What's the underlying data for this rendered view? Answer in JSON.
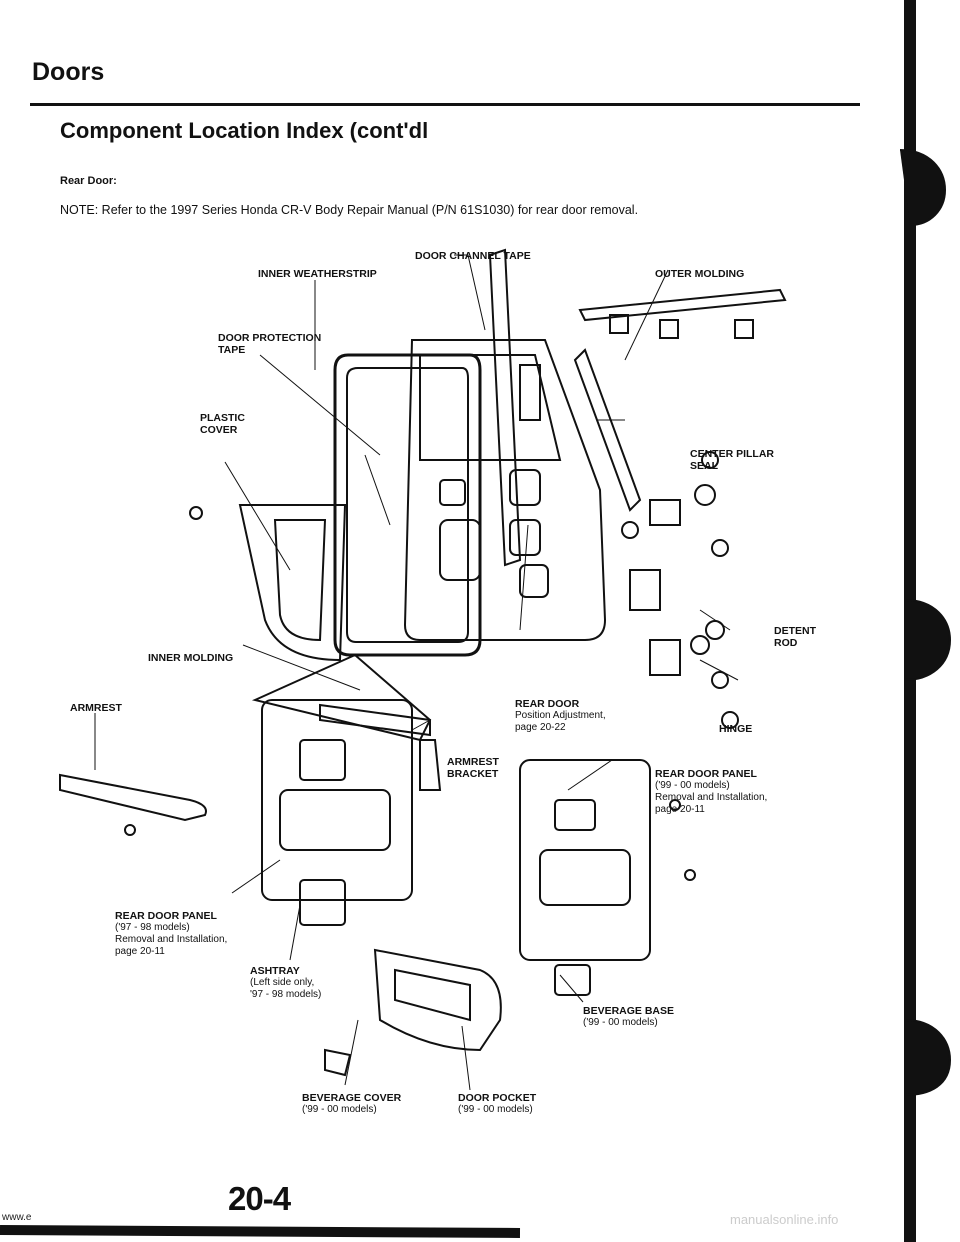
{
  "header": {
    "title": "Doors"
  },
  "section": {
    "title": "Component Location Index (cont'dl",
    "subsection": "Rear Door:"
  },
  "note": "NOTE: Refer to the 1997 Series Honda CR-V Body Repair Manual (P/N 61S1030) for rear door removal.",
  "labels": {
    "door_channel_tape": "DOOR CHANNEL TAPE",
    "inner_weatherstrip": "INNER WEATHERSTRIP",
    "outer_molding": "OUTER MOLDING",
    "door_protection_tape_1": "DOOR PROTECTION",
    "door_protection_tape_2": "TAPE",
    "plastic_cover_1": "PLASTIC",
    "plastic_cover_2": "COVER",
    "center_pillar_seal_1": "CENTER PILLAR",
    "center_pillar_seal_2": "SEAL",
    "detent_rod_1": "DETENT",
    "detent_rod_2": "ROD",
    "inner_molding": "INNER MOLDING",
    "rear_door": "REAR DOOR",
    "rear_door_cap_1": "Position Adjustment,",
    "rear_door_cap_2": "page 20-22",
    "hinge": "HINGE",
    "armrest": "ARMREST",
    "armrest_bracket_1": "ARMREST",
    "armrest_bracket_2": "BRACKET",
    "rear_panel_99": "REAR DOOR PANEL",
    "rear_panel_99_cap_1": "('99 - 00 models)",
    "rear_panel_99_cap_2": "Removal and Installation,",
    "rear_panel_99_cap_3": "page 20-11",
    "rear_panel_97": "REAR DOOR PANEL",
    "rear_panel_97_cap_1": "('97 - 98 models)",
    "rear_panel_97_cap_2": "Removal and Installation,",
    "rear_panel_97_cap_3": "page 20-11",
    "ashtray": "ASHTRAY",
    "ashtray_cap_1": "(Left side only,",
    "ashtray_cap_2": "'97 - 98 models)",
    "beverage_base": "BEVERAGE BASE",
    "beverage_base_cap": "('99 - 00 models)",
    "beverage_cover": "BEVERAGE COVER",
    "beverage_cover_cap": "('99 - 00 models)",
    "door_pocket": "DOOR POCKET",
    "door_pocket_cap": "('99 - 00 models)"
  },
  "footer": {
    "page_number": "20-4",
    "website_left": "www.e",
    "website_right": "manualsonline.info"
  }
}
